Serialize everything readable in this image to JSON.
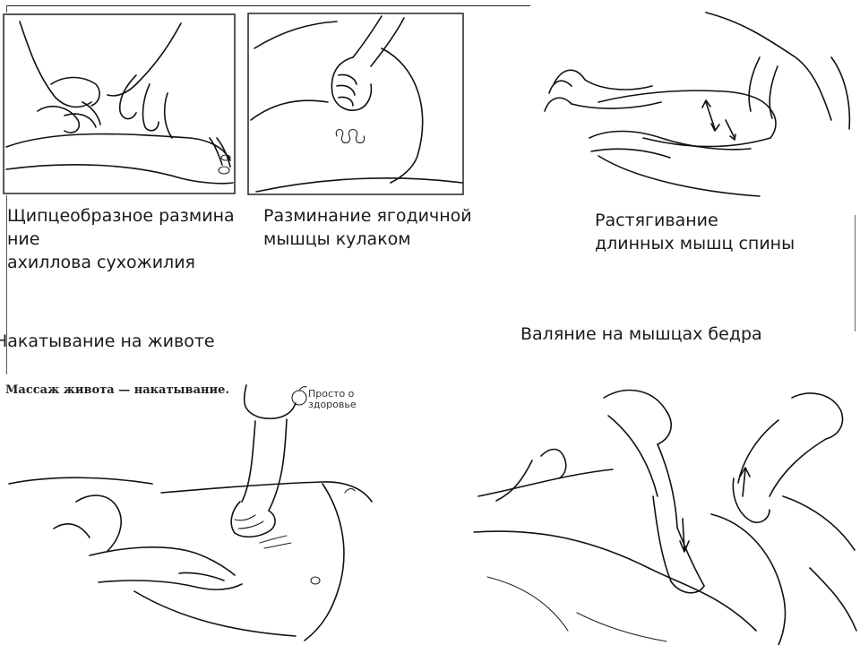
{
  "slide": {
    "captions": {
      "pinch": "Щипцеобразное размина ние\n ахиллова сухожилия",
      "fist": "Разминание ягодичной\nмышцы кулаком",
      "stretch": "Растягивание\nдлинных мышц спины",
      "rolling": "Накатывание на животе",
      "felting": "Валяние на мышцах бедра"
    },
    "scan_labels": {
      "abdomen_caption": "Массаж живота — накатывание.",
      "watermark": "Просто о здоровье"
    }
  }
}
